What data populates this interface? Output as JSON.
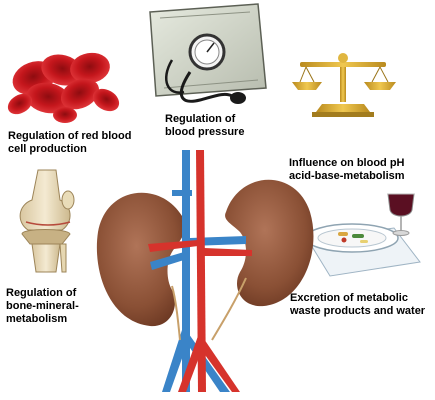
{
  "labels": {
    "red_blood_cells": "Regulation of red blood\ncell production",
    "blood_pressure": "Regulation of\nblood pressure",
    "blood_ph": "Influence on blood pH\nacid-base-metabolism",
    "bone_mineral": "Regulation of\nbone-mineral-\nmetabolism",
    "waste_excretion": "Excretion of metabolic\nwaste products and water"
  },
  "icons": {
    "red_blood_cells": "red-blood-cells-icon",
    "blood_pressure": "blood-pressure-cuff-icon",
    "blood_ph": "balance-scale-icon",
    "bone_mineral": "knee-joint-icon",
    "waste_excretion": "plate-and-wine-glass-icon",
    "center": "kidneys-icon"
  },
  "colors": {
    "kidney": "#8a5035",
    "artery": "#d6332c",
    "vein": "#3a84c8",
    "rbc": "#c4161c",
    "scale": "#d4a52a"
  }
}
